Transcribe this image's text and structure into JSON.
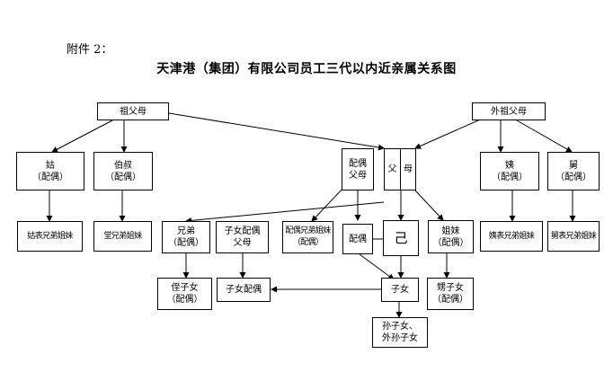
{
  "attachment": "附件 2：",
  "title": "天津港（集团）有限公司员工三代以内近亲属关系图",
  "nodes": {
    "grandparents": "祖父母",
    "maternal_grandparents": "外祖父母",
    "paternal_aunt": {
      "name": "姑",
      "spouse": "（配偶）"
    },
    "paternal_uncle": {
      "name": "伯叔",
      "spouse": "（配偶）"
    },
    "spouse_parents": {
      "name": "配偶",
      "line2": "父母"
    },
    "father": "父",
    "mother": "母",
    "maternal_aunt": {
      "name": "姨",
      "spouse": "（配偶）"
    },
    "maternal_uncle": {
      "name": "舅",
      "spouse": "（配偶）"
    },
    "paternal_aunt_cousins": "姑表兄弟姐妹",
    "paternal_cousins": "堂兄弟姐妹",
    "brothers": {
      "name": "兄弟",
      "spouse": "（配偶）"
    },
    "children_spouse_parents": {
      "name": "子女配偶",
      "line2": "父母"
    },
    "spouse_siblings": {
      "name": "配偶兄弟姐妹",
      "spouse": "（配偶）"
    },
    "spouse": "配偶",
    "self": "己",
    "sisters": {
      "name": "姐妹",
      "spouse": "（配偶）"
    },
    "maternal_aunt_cousins": "姨表兄弟姐妹",
    "maternal_uncle_cousins": "舅表兄弟姐妹",
    "nephews": {
      "name": "侄子女",
      "spouse": "（配偶）"
    },
    "children_spouse": "子女配偶",
    "children": "子女",
    "sister_children": {
      "name": "甥子女",
      "spouse": "（配偶）"
    },
    "grandchildren": {
      "name": "孙子女、",
      "line2": "外孙子女"
    }
  }
}
